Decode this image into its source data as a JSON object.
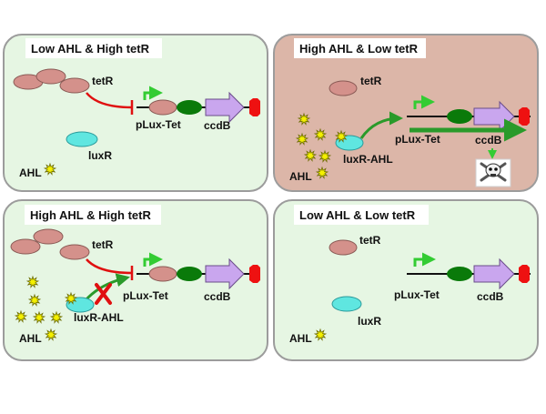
{
  "panels": [
    {
      "id": "p1",
      "title": "Low AHL & High tetR",
      "labels": {
        "tetr": "tetR",
        "luxr": "luxR",
        "ahl": "AHL",
        "promoter": "pLux-Tet",
        "gene": "ccdB"
      }
    },
    {
      "id": "p2",
      "title": "High AHL & Low tetR",
      "labels": {
        "tetr": "tetR",
        "luxr": "luxR-AHL",
        "ahl": "AHL",
        "promoter": "pLux-Tet",
        "gene": "ccdB"
      }
    },
    {
      "id": "p3",
      "title": "High AHL & High tetR",
      "labels": {
        "tetr": "tetR",
        "luxr": "luxR-AHL",
        "ahl": "AHL",
        "promoter": "pLux-Tet",
        "gene": "ccdB"
      }
    },
    {
      "id": "p4",
      "title": "Low AHL & Low tetR",
      "labels": {
        "tetr": "tetR",
        "luxr": "luxR",
        "ahl": "AHL",
        "promoter": "pLux-Tet",
        "gene": "ccdB"
      }
    }
  ],
  "icons": {
    "death": "skull-crossbones-icon",
    "block": "red-x-icon"
  },
  "colors": {
    "panel_green": "#e6f6e3",
    "panel_pink": "#dcb6a8",
    "panel_border": "#9c9c9c",
    "tetr": "#d4918b",
    "luxr": "#5fe6e0",
    "ahl": "#f4f000",
    "arrow_green": "#2a9a2a",
    "promoter_arrow": "#33cc33",
    "operator": "#0a7a0a",
    "gene": "#c9a6ee",
    "terminator": "#ee1111",
    "inhibit": "#e01010"
  }
}
